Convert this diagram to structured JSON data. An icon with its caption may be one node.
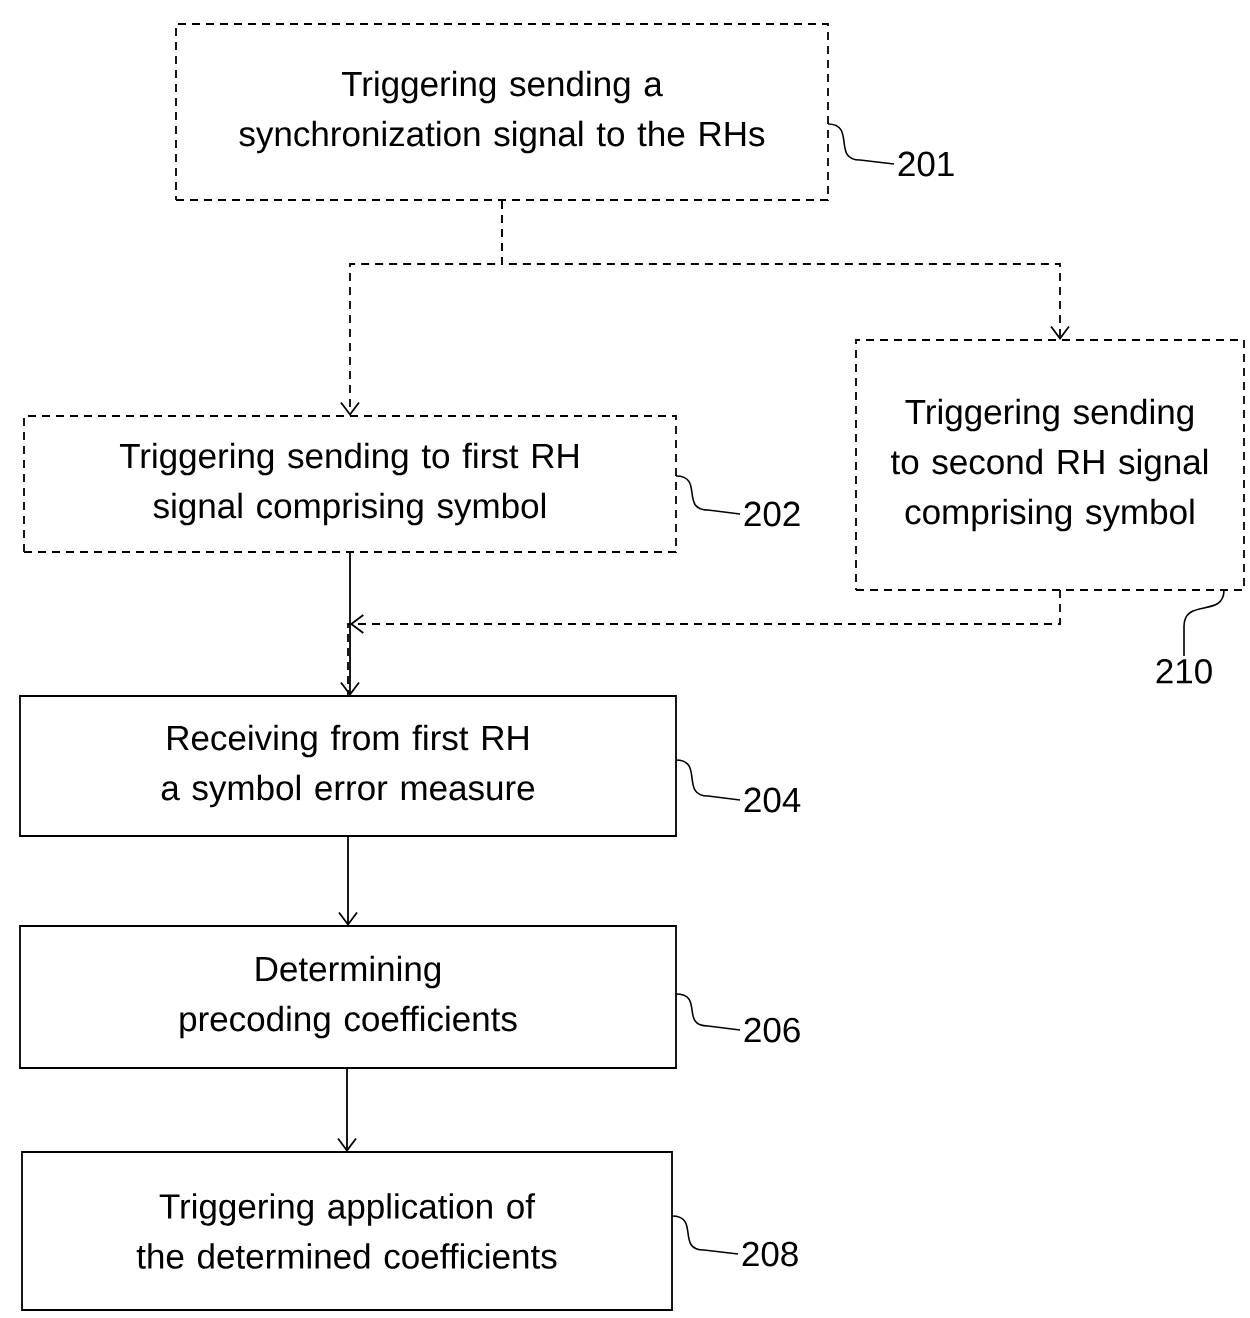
{
  "diagram": {
    "nodes": [
      {
        "text": [
          "Triggering sending a synchronization signal to the RHs"
        ]
      },
      {
        "text": [
          "Triggering sending to first RH signal comprising  symbol"
        ]
      },
      {
        "text": [
          "Triggering sending to second RH signal comprising symbol"
        ]
      },
      {
        "text": [
          "Receiving from first RH a symbol error measure"
        ]
      },
      {
        "text": [
          "Determining precoding coefficients"
        ]
      },
      {
        "text": [
          "Triggering application of the determined coefficients"
        ]
      },
      {
        "text": [
          "201"
        ]
      },
      {
        "text": [
          "202"
        ]
      },
      {
        "text": [
          "210"
        ]
      },
      {
        "text": [
          "204"
        ]
      },
      {
        "text": [
          "206"
        ]
      },
      {
        "text": [
          "208"
        ]
      }
    ],
    "edges": [
      {
        "from": 0,
        "to": 1,
        "arrow": "to",
        "style": "dashed"
      },
      {
        "from": 0,
        "to": 2,
        "arrow": "to",
        "style": "dashed"
      },
      {
        "from": 1,
        "to": 3,
        "arrow": "to"
      },
      {
        "from": 2,
        "to": 3,
        "arrow": "to",
        "style": "dashed"
      },
      {
        "from": 3,
        "to": 4,
        "arrow": "to"
      },
      {
        "from": 4,
        "to": 5,
        "arrow": "to"
      },
      {
        "from": 6,
        "to": 0,
        "arrow": "none"
      },
      {
        "from": 7,
        "to": 1,
        "arrow": "none"
      },
      {
        "from": 8,
        "to": 2,
        "arrow": "none"
      },
      {
        "from": 9,
        "to": 3,
        "arrow": "none"
      },
      {
        "from": 10,
        "to": 4,
        "arrow": "none"
      },
      {
        "from": 11,
        "to": 5,
        "arrow": "none"
      }
    ]
  }
}
